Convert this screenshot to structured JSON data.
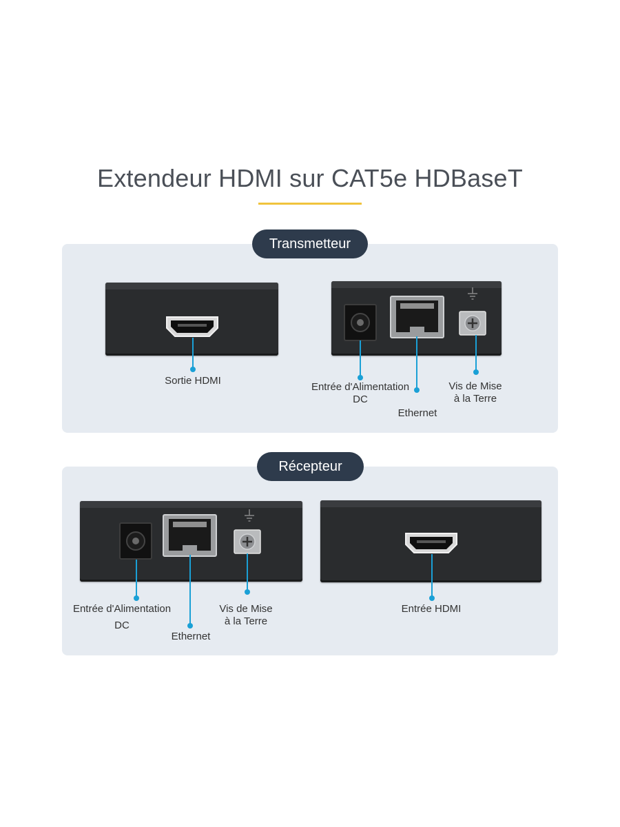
{
  "title": "Extendeur HDMI sur CAT5e HDBaseT",
  "colors": {
    "accent_rule": "#f0c33c",
    "pill_bg": "#2e3b4c",
    "panel_bg": "#e6ebf1",
    "leader_line": "#1aa0d6",
    "device_body": "#2a2c2e"
  },
  "transmitter": {
    "heading": "Transmetteur",
    "left_device": {
      "port_icon": "hdmi-port-icon",
      "label": "Sortie HDMI"
    },
    "right_device": {
      "power_label_line1": "Entrée d'Alimentation",
      "power_label_line2": "DC",
      "ethernet_label": "Ethernet",
      "ground_label_line1": "Vis de Mise",
      "ground_label_line2": "à la Terre",
      "ground_symbol_icon": "ground-symbol-icon"
    }
  },
  "receiver": {
    "heading": "Récepteur",
    "left_device": {
      "power_label_line1": "Entrée d'Alimentation",
      "power_label_line2": "DC",
      "ethernet_label": "Ethernet",
      "ground_label_line1": "Vis de Mise",
      "ground_label_line2": "à la Terre",
      "ground_symbol_icon": "ground-symbol-icon"
    },
    "right_device": {
      "port_icon": "hdmi-port-icon",
      "label": "Entrée HDMI"
    }
  }
}
